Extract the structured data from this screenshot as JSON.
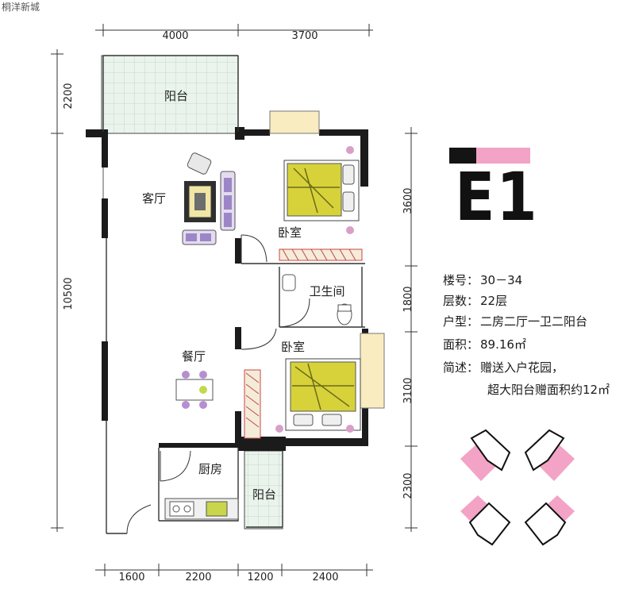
{
  "brand": "桐洋新城",
  "dimensions": {
    "top": [
      "4000",
      "3700"
    ],
    "bottom": [
      "1600",
      "2200",
      "1200",
      "2400"
    ],
    "left": [
      "2200",
      "10500"
    ],
    "right": [
      "3600",
      "1800",
      "3100",
      "2300"
    ]
  },
  "rooms": {
    "balcony_top": "阳台",
    "living_room": "客厅",
    "bedroom_1": "卧室",
    "bathroom": "卫生间",
    "bedroom_2": "卧室",
    "dining_room": "餐厅",
    "kitchen": "厨房",
    "balcony_bottom": "阳台"
  },
  "unit": {
    "code": "E1",
    "bar_colors": [
      "#141414",
      "#f3a3c6"
    ]
  },
  "info": {
    "building_label": "楼号：",
    "building_value": "30－34",
    "floors_label": "层数：",
    "floors_value": "22层",
    "type_label": "户型：",
    "type_value": "二房二厅一卫二阳台",
    "area_label": "面积：",
    "area_value": "89.16㎡",
    "note_label": "简述：",
    "note_1": "赠送入户花园，",
    "note_2": "超大阳台赠面积约12㎡"
  },
  "colors": {
    "wall": "#1b1b1b",
    "balcony_floor": "#eaf4ec",
    "highlight_pink": "#f3a3c6",
    "window_yellow": "#f8ecc0",
    "bed_yellow": "#d7d23a"
  }
}
